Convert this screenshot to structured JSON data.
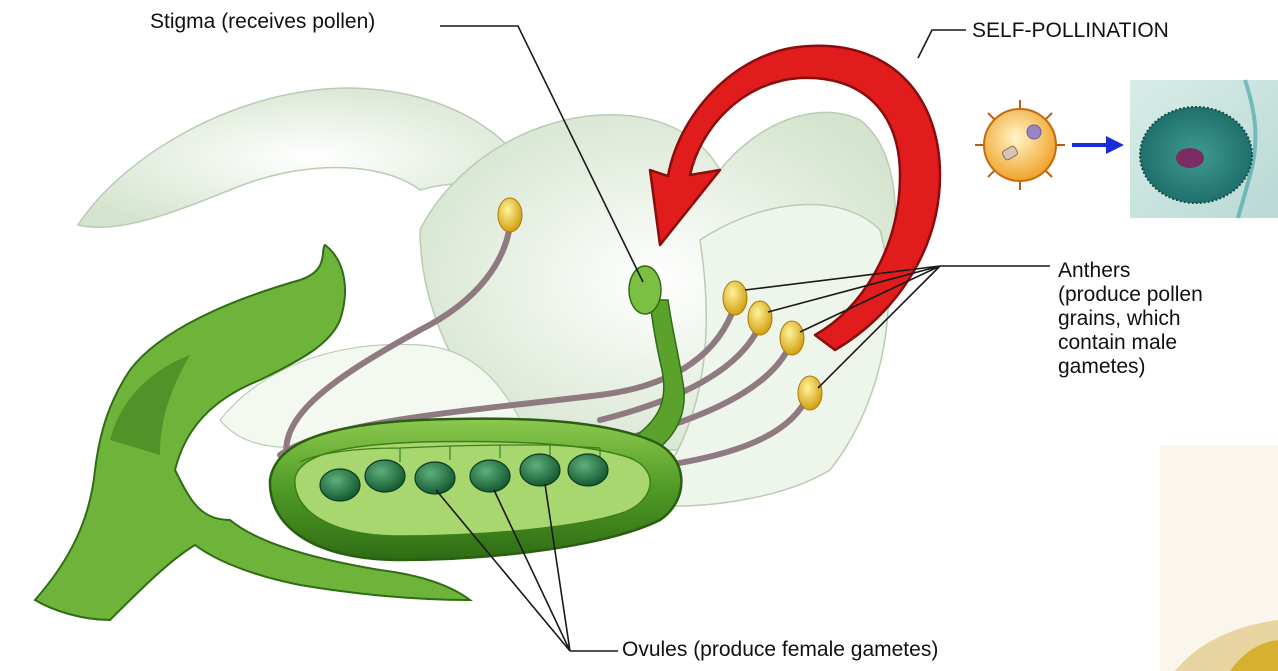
{
  "labels": {
    "stigma": "Stigma (receives pollen)",
    "self_pollination": "SELF-POLLINATION",
    "anthers_lines": [
      "Anthers",
      "(produce pollen",
      "grains, which",
      "contain male",
      "gametes)"
    ],
    "ovules": "Ovules (produce female gametes)"
  },
  "colors": {
    "arrow": "#e01c1c",
    "arrow_outline": "#8a0c0c",
    "ovary_green": "#4e9a28",
    "ovule_green": "#1f6e3f",
    "anther_yellow": "#e8b818",
    "filament": "#8e7a80",
    "petal": "#e8f1e4",
    "pollen_arrow": "#1a2bd8"
  },
  "icons": [
    "pollen-grain-icon",
    "blue-arrow-icon",
    "micrograph-image"
  ]
}
